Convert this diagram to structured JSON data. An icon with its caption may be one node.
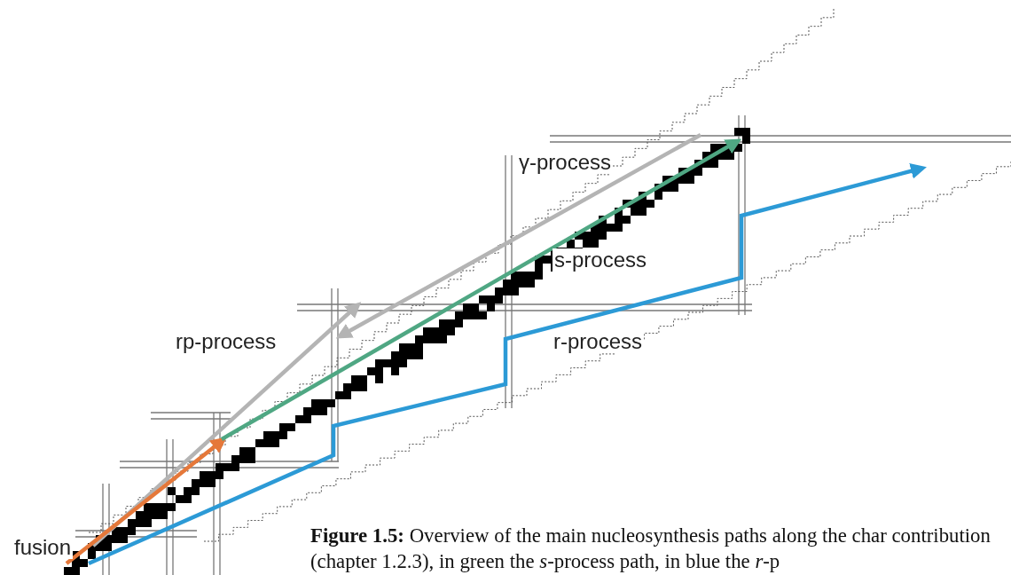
{
  "diagram": {
    "caption": "**Figure 1.5:** Overview of the main nucleosynthesis paths along the char contribution (chapter 1.2.3), in green the *s*-process path, in blue the *r*-p",
    "labels": [
      "γ-process",
      "s-process",
      "rp-process",
      "r-process",
      "fusion"
    ]
  }
}
